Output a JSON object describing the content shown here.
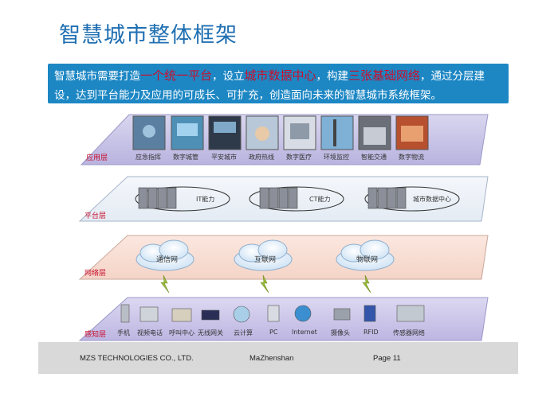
{
  "title": "智慧城市整体框架",
  "intro": {
    "t1": "智慧城市需要打造",
    "h1": "一个统一平台",
    "t2": "，设立",
    "h2": "城市数据中心",
    "t3": "，构建",
    "h3": "三张基础网络",
    "t4": "，通过分层建设，达到平台能力及应用的可成长、可扩充，创造面向未来的智慧城市系统框架。"
  },
  "layers": {
    "app": {
      "label": "应用层",
      "items": [
        "应急指挥",
        "数字城管",
        "平安城市",
        "政府热线",
        "数字医疗",
        "环境监控",
        "智能交通",
        "数字物流"
      ]
    },
    "platform": {
      "label": "平台层",
      "items": [
        "IT能力",
        "CT能力",
        "城市数据中心"
      ]
    },
    "network": {
      "label": "网络层",
      "items": [
        "通信网",
        "互联网",
        "物联网"
      ]
    },
    "sense": {
      "label": "感知层",
      "items": [
        "手机",
        "视频电话",
        "呼叫中心",
        "无线网关",
        "云计算",
        "PC",
        "Internet",
        "摄像头",
        "RFID",
        "传感器网络"
      ]
    }
  },
  "footer": {
    "company": "MZS TECHNOLOGIES CO., LTD.",
    "author": "MaZhenshan",
    "page": "Page 11"
  }
}
